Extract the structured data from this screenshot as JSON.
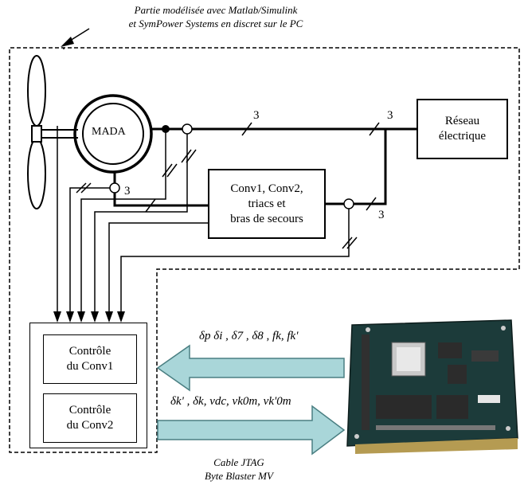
{
  "caption_top": {
    "line1": "Partie modélisée avec Matlab/Simulink",
    "line2": "et SymPower Systems en discret sur le PC"
  },
  "caption_bottom": {
    "line1": "Cable JTAG",
    "line2": "Byte Blaster MV"
  },
  "machine_label": "MADA",
  "grid_box": {
    "line1": "Réseau",
    "line2": "électrique"
  },
  "converter_box": {
    "line1": "Conv1, Conv2,",
    "line2": "triacs et",
    "line3": "bras de secours"
  },
  "control_box_1": {
    "line1": "Contrôle",
    "line2": "du Conv1"
  },
  "control_box_2": {
    "line1": "Contrôle",
    "line2": "du Conv2"
  },
  "phase_count_labels": {
    "stator_line": "3",
    "grid_entry": "3",
    "rotor_line": "3",
    "converter_out": "3"
  },
  "signals_to_fpga": "δp δi , δ7 , δ8 , fk, fk'",
  "signals_from_fpga": "δk' , δk, vdc, vk0m, vk'0m",
  "colors": {
    "arrow_fill": "#a9d6d9",
    "arrow_stroke": "#4a7f82",
    "line": "#000000"
  }
}
